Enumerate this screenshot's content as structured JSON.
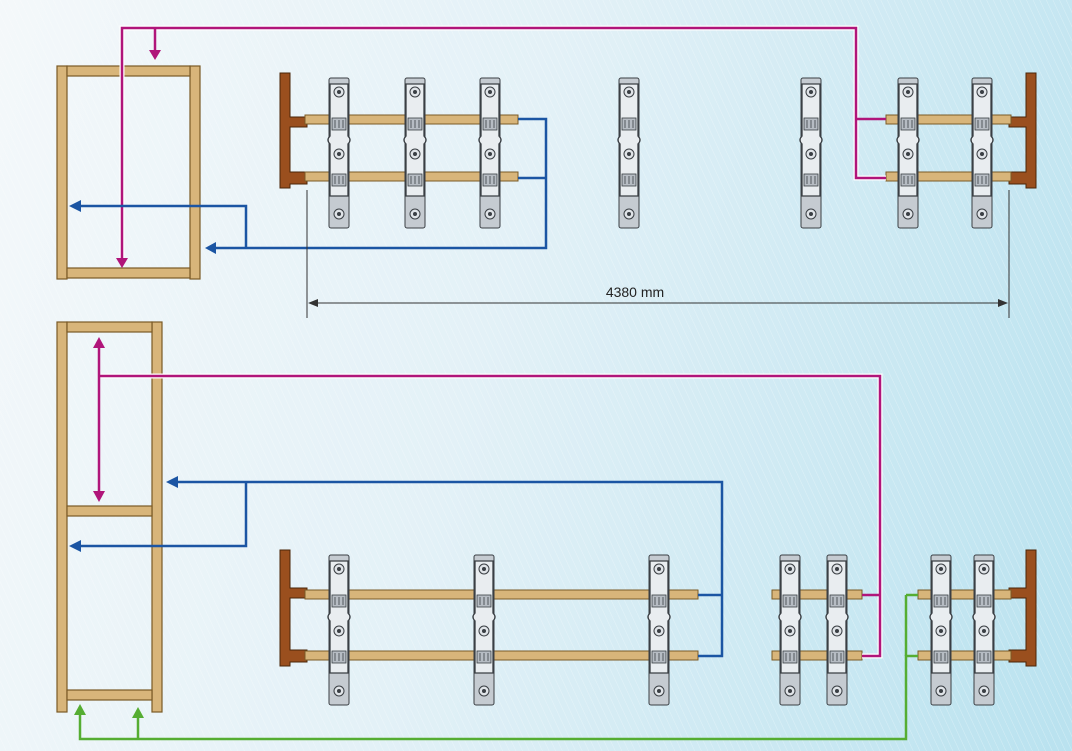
{
  "dimension": {
    "label": "4380 mm"
  },
  "colors": {
    "background_light": "#f4f8fa",
    "background_accent": "#b9e2ef",
    "wood": "#d8b57a",
    "wood_edge": "#7a5a26",
    "end_post": "#9a4f1e",
    "clamp_metal": "#d6dbe0",
    "line_magenta": "#b0157a",
    "line_blue": "#1b55a3",
    "line_green": "#55ad32"
  },
  "diagram": {
    "top_assembly": {
      "frame": "small-rectangular-frame",
      "clamp_units": 7,
      "rails": 2
    },
    "bottom_assembly": {
      "frame": "tall-frame-with-crossbar",
      "clamp_units": 7,
      "rail_groups": 3
    },
    "connectors": [
      "magenta-line",
      "blue-line",
      "green-line"
    ]
  }
}
